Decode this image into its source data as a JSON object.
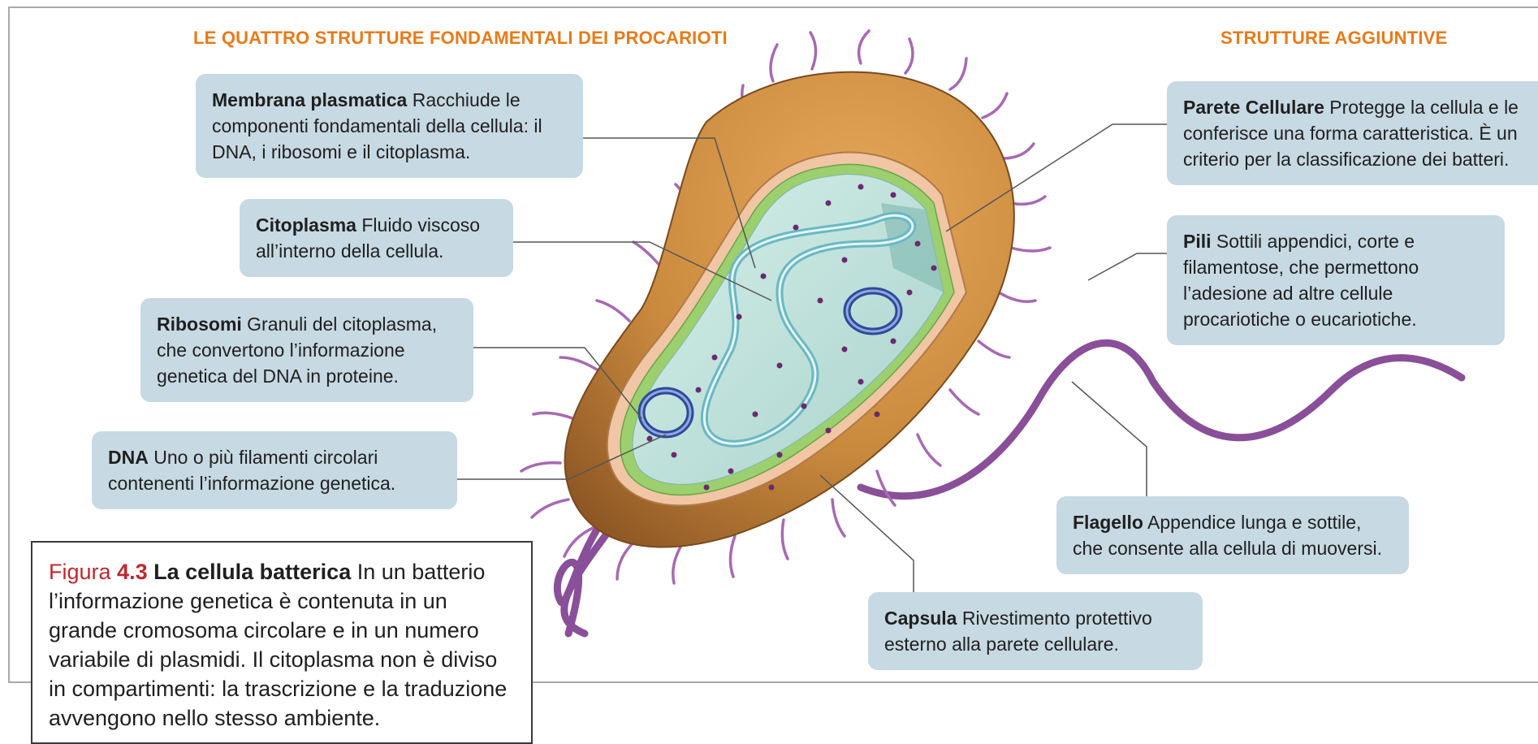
{
  "headings": {
    "left": "LE QUATTRO STRUTTURE FONDAMENTALI DEI PROCARIOTI",
    "right": "STRUTTURE AGGIUNTIVE"
  },
  "labels": {
    "membrana": {
      "term": "Membrana plasmatica",
      "desc": "Racchiude le componenti fondamentali della cellula: il DNA, i ribosomi e il citoplasma."
    },
    "citoplasma": {
      "term": "Citoplasma",
      "desc": "Fluido viscoso all’interno della cellula."
    },
    "ribosomi": {
      "term": "Ribosomi",
      "desc": "Granuli del citoplasma, che convertono l’informazione genetica del DNA in proteine."
    },
    "dna": {
      "term": "DNA",
      "desc": "Uno o più filamenti circolari contenenti l’informazione genetica."
    },
    "parete": {
      "term": "Parete Cellulare",
      "desc": "Protegge la cellula e le conferisce una forma caratteristica. È un criterio per la classificazione dei batteri."
    },
    "pili": {
      "term": "Pili",
      "desc": "Sottili appendici, corte e filamentose, che permettono l’adesione ad altre cellule procariotiche o eucariotiche."
    },
    "flagello": {
      "term": "Flagello",
      "desc": "Appendice lunga e sottile, che consente alla cellula di muoversi."
    },
    "capsula": {
      "term": "Capsula",
      "desc": "Rivestimento protettivo esterno alla parete cellulare."
    }
  },
  "caption": {
    "figure_label": "Figura",
    "figure_number": "4.3",
    "title": "La cellula batterica",
    "text": "In un batterio l’informazione genetica è contenuta in un grande cromosoma circolare e in un numero variabile di plasmidi. Il citoplasma non è diviso in compartimenti: la trascrizione e la traduzione avvengono nello stesso ambiente."
  },
  "colors": {
    "heading": "#ea7a17",
    "label_box": "#c7d9e3",
    "figure_number": "#c1272d",
    "capsule": "#c98a3e",
    "cell_wall": "#f0c6a4",
    "membrane": "#9ccf6e",
    "cytoplasm": "#bfe0da",
    "dna": "#6ab8c4",
    "plasmid": "#2f4a9a",
    "ribosome": "#6a2a6e",
    "appendage": "#9a5aa6"
  }
}
